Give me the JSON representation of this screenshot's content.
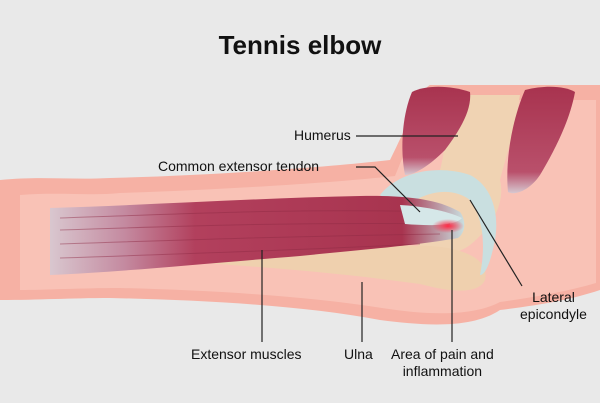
{
  "title": "Tennis elbow",
  "labels": {
    "humerus": "Humerus",
    "common_extensor_tendon": "Common extensor tendon",
    "lateral_epicondyle_line1": "Lateral",
    "lateral_epicondyle_line2": "epicondyle",
    "extensor_muscles": "Extensor muscles",
    "ulna": "Ulna",
    "pain_line1": "Area of pain and",
    "pain_line2": "inflammation"
  },
  "colors": {
    "background": "#e9e9e9",
    "skin": "#f7b5a8",
    "muscle": "#b4405d",
    "tendon": "#c9dfe0",
    "bone": "#f0d3b3",
    "inflammation": "#e8314f"
  }
}
